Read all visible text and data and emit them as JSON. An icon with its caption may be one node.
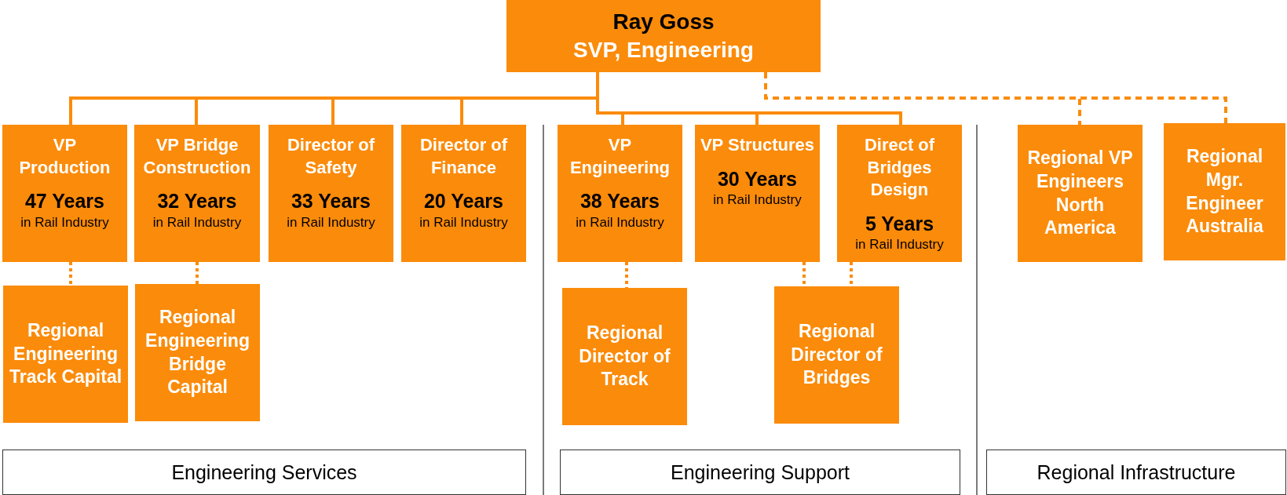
{
  "diagram": {
    "nodes": [
      {
        "text": [
          "Ray Goss",
          "SVP, Engineering"
        ]
      },
      {
        "text": [
          "VP Production",
          "47 Years",
          "in Rail Industry"
        ]
      },
      {
        "text": [
          "VP Bridge Construction",
          "32 Years",
          "in Rail Industry"
        ]
      },
      {
        "text": [
          "Director of Safety",
          "33 Years",
          "in Rail Industry"
        ]
      },
      {
        "text": [
          "Director of Finance",
          "20 Years",
          "in Rail Industry"
        ]
      },
      {
        "text": [
          "VP Engineering",
          "38 Years",
          "in Rail Industry"
        ]
      },
      {
        "text": [
          "VP Structures",
          "30 Years",
          "in Rail Industry"
        ]
      },
      {
        "text": [
          "Direct of Bridges Design",
          "5 Years",
          "in Rail Industry"
        ]
      },
      {
        "text": [
          "Regional VP Engineers North America"
        ]
      },
      {
        "text": [
          "Regional Mgr. Engineer Australia"
        ]
      },
      {
        "text": [
          "Regional Engineering Track Capital"
        ]
      },
      {
        "text": [
          "Regional Engineering Bridge Capital"
        ]
      },
      {
        "text": [
          "Regional Director of Track"
        ]
      },
      {
        "text": [
          "Regional Director of Bridges"
        ]
      },
      {
        "text": [
          "Engineering Services"
        ]
      },
      {
        "text": [
          "Engineering Support"
        ]
      },
      {
        "text": [
          "Regional Infrastructure"
        ]
      }
    ],
    "edges": [
      {
        "from": 0,
        "to": 1,
        "arrow": "none"
      },
      {
        "from": 0,
        "to": 2,
        "arrow": "none"
      },
      {
        "from": 0,
        "to": 3,
        "arrow": "none"
      },
      {
        "from": 0,
        "to": 4,
        "arrow": "none"
      },
      {
        "from": 0,
        "to": 5,
        "arrow": "none"
      },
      {
        "from": 0,
        "to": 6,
        "arrow": "none"
      },
      {
        "from": 0,
        "to": 7,
        "arrow": "none"
      },
      {
        "from": 0,
        "to": 8,
        "arrow": "none",
        "style": "dashed"
      },
      {
        "from": 0,
        "to": 9,
        "arrow": "none",
        "style": "dashed"
      },
      {
        "from": 1,
        "to": 10,
        "arrow": "none",
        "style": "dashed"
      },
      {
        "from": 2,
        "to": 11,
        "arrow": "none",
        "style": "dashed"
      },
      {
        "from": 5,
        "to": 12,
        "arrow": "none",
        "style": "dashed"
      },
      {
        "from": 6,
        "to": 13,
        "arrow": "none",
        "style": "dashed"
      },
      {
        "from": 7,
        "to": 13,
        "arrow": "none",
        "style": "dashed"
      }
    ]
  }
}
